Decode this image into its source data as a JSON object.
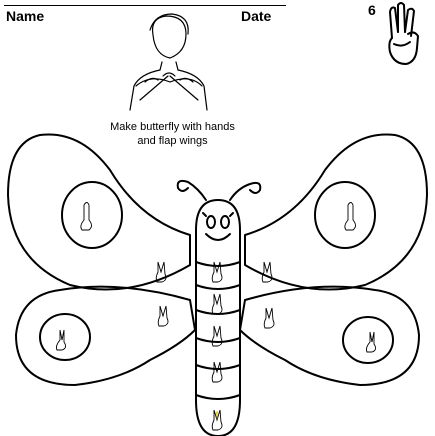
{
  "worksheet": {
    "name_label": "Name",
    "date_label": "Date",
    "page_number": "6",
    "instruction": "Make butterfly with hands and flap wings"
  },
  "icons": {
    "corner_sign": "three-finger-handshape-icon",
    "person": "signer-illustration-icon",
    "small_handshapes": "handshape-number-icon"
  }
}
